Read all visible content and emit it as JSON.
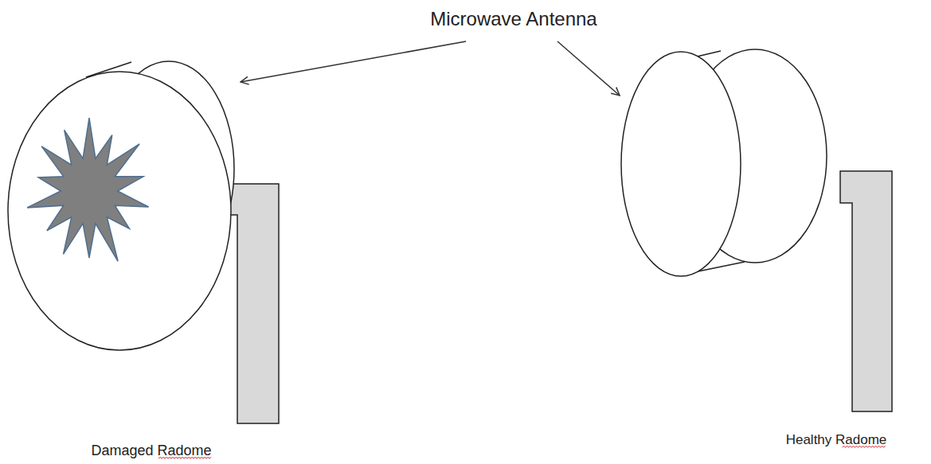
{
  "diagram": {
    "labels": [
      "Microwave Antenna",
      "Damaged Radome",
      "Healthy Radome"
    ]
  }
}
